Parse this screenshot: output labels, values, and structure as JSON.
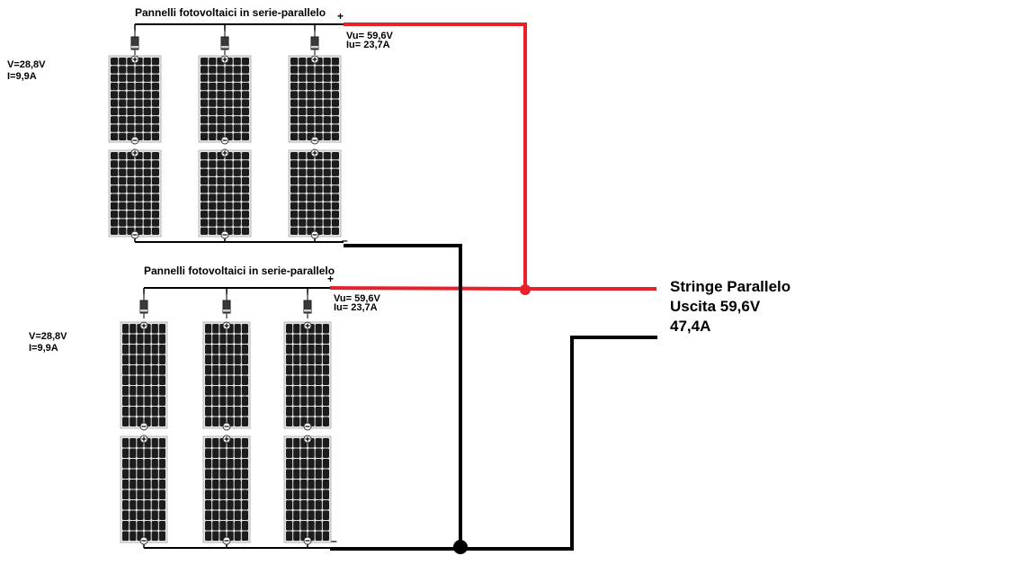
{
  "arrays": [
    {
      "title": "Pannelli fotovoltaici in serie-parallelo",
      "panel_voltage": "V=28,8V",
      "panel_current": "I=9,9A",
      "out_voltage": "Vu= 59,6V",
      "out_current": "Iu= 23,7A",
      "plus": "+",
      "minus": "–"
    },
    {
      "title": "Pannelli fotovoltaici in serie-parallelo",
      "panel_voltage": "V=28,8V",
      "panel_current": "I=9,9A",
      "out_voltage": "Vu= 59,6V",
      "out_current": "Iu= 23,7A",
      "plus": "+",
      "minus": "–"
    }
  ],
  "output": {
    "line1": "Stringe Parallelo",
    "line2": "Uscita 59,6V",
    "line3": "47,4A"
  },
  "colors": {
    "positive_wire": "#e8202a",
    "negative_wire": "#000000",
    "panel_cell": "#1c1c1c",
    "panel_frame": "#b8b8b8"
  },
  "icons": [
    "solar-panel-icon",
    "diode-icon",
    "junction-dot-icon"
  ]
}
